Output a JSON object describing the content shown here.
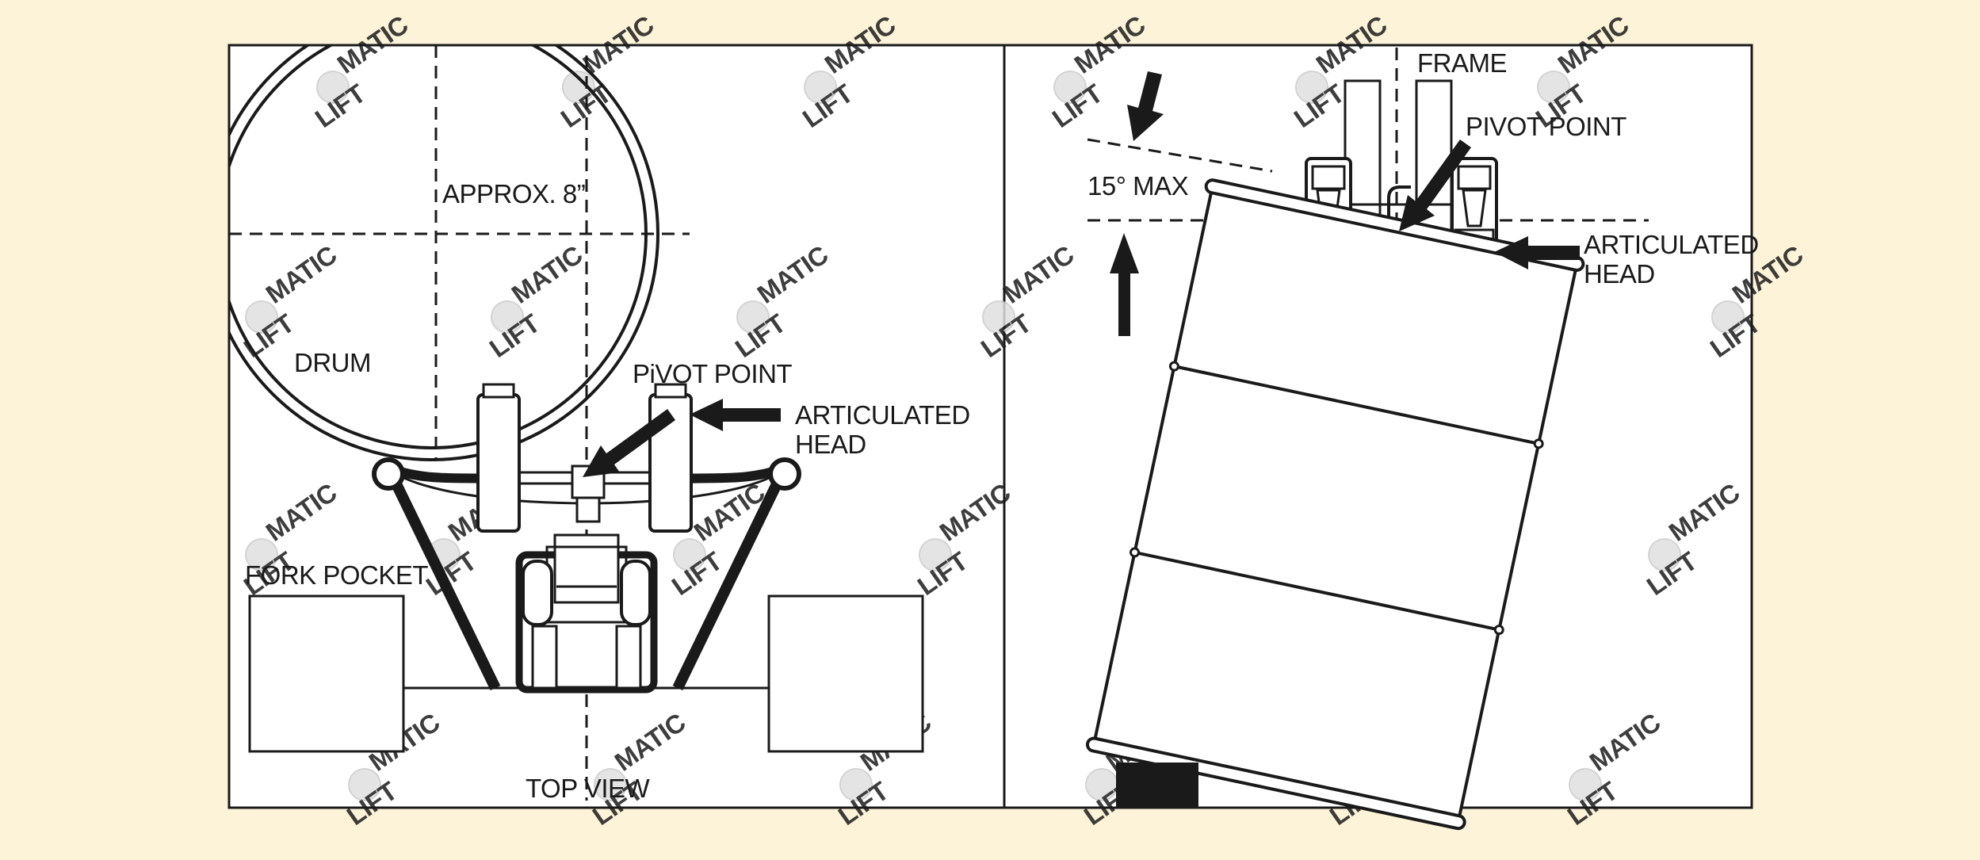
{
  "diagram": {
    "colors": {
      "background": "#fdf3d8",
      "panel": "#ffffff",
      "ink": "#1a1a1a",
      "watermark": "#d9d9d9"
    },
    "watermark": {
      "line1": "MATIC",
      "line2": "LIFT"
    },
    "top_view": {
      "approx_label": "APPROX. 8”",
      "drum_label": "DRUM",
      "pivot_label": "PiVOT POINT",
      "head_label_line1": "ARTICULATED",
      "head_label_line2": "HEAD",
      "fork_label": "FORK POCKET",
      "view_label": "TOP VIEW"
    },
    "side_view": {
      "frame_label": "FRAME",
      "pivot_label": "PIVOT POINT",
      "angle_label": "15° MAX",
      "head_label_line1": "ARTICULATED",
      "head_label_line2": "HEAD"
    }
  }
}
